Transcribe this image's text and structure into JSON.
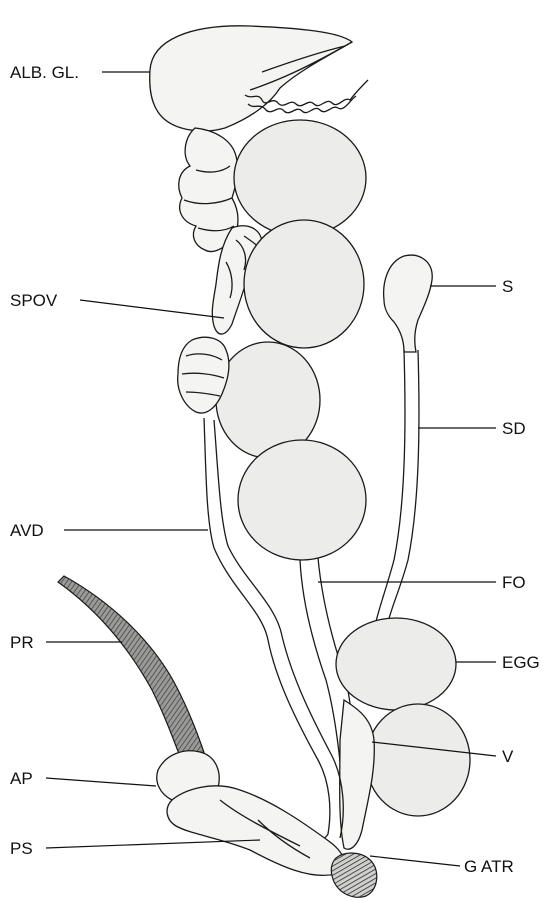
{
  "labels": {
    "alb_gl": "ALB. GL.",
    "spov": "SPOV",
    "avd": "AVD",
    "pr": "PR",
    "ap": "AP",
    "ps": "PS",
    "s": "S",
    "sd": "SD",
    "fo": "FO",
    "egg": "EGG",
    "v": "V",
    "g_atr": "G ATR"
  }
}
